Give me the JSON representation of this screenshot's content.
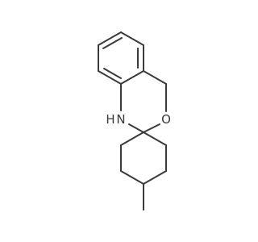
{
  "molecule": {
    "atoms": {
      "nitrogen": "N",
      "nitrogen_hydrogen": "H",
      "oxygen": "O"
    },
    "colors": {
      "bond": "#3a3a3a",
      "label": "#3a3a3a",
      "background": "#ffffff"
    }
  }
}
